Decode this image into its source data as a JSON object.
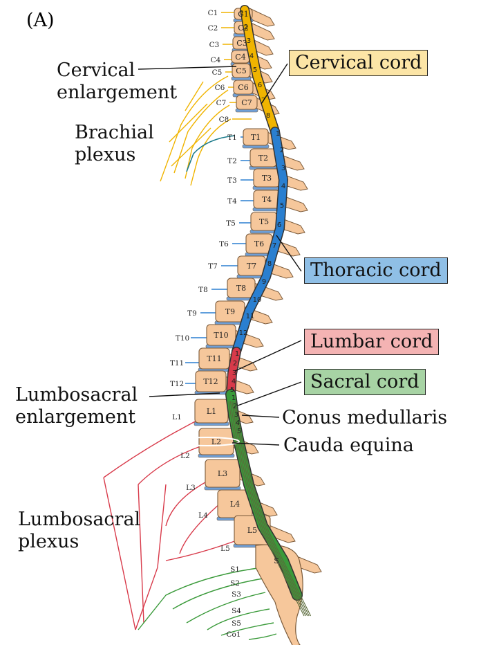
{
  "panel_label": "(A)",
  "labels": {
    "cervical_enlargement": [
      "Cervical",
      "enlargement"
    ],
    "brachial_plexus": [
      "Brachial",
      "plexus"
    ],
    "lumbosacral_enlargement": [
      "Lumbosacral",
      "enlargement"
    ],
    "lumbosacral_plexus": [
      "Lumbosacral",
      "plexus"
    ],
    "conus_medullaris": "Conus medullaris",
    "cauda_equina": "Cauda equina"
  },
  "cord_regions": [
    {
      "label": "Cervical cord",
      "color": "#fce5a6"
    },
    {
      "label": "Thoracic cord",
      "color": "#8fbfe6"
    },
    {
      "label": "Lumbar cord",
      "color": "#f4b3b3"
    },
    {
      "label": "Sacral cord",
      "color": "#a7d3a4"
    }
  ],
  "nerves": {
    "cervical": [
      "C1",
      "C2",
      "C3",
      "C4",
      "C5",
      "C6",
      "C7",
      "C8"
    ],
    "thoracic": [
      "T1",
      "T2",
      "T3",
      "T4",
      "T5",
      "T6",
      "T7",
      "T8",
      "T9",
      "T10",
      "T11",
      "T12"
    ],
    "lumbar": [
      "L1",
      "L2",
      "L3",
      "L4",
      "L5"
    ],
    "sacral": [
      "S1",
      "S2",
      "S3",
      "S4",
      "S5",
      "Co1"
    ]
  },
  "vertebrae": {
    "cervical": [
      "C1",
      "C2",
      "C3",
      "C4",
      "C5",
      "C6",
      "C7"
    ],
    "thoracic": [
      "T1",
      "T2",
      "T3",
      "T4",
      "T5",
      "T6",
      "T7",
      "T8",
      "T9",
      "T10",
      "T11",
      "T12"
    ],
    "lumbar": [
      "L1",
      "L2",
      "L3",
      "L4",
      "L5"
    ],
    "sacral": [
      "S"
    ]
  },
  "cord_segments": {
    "cervical": [
      "1",
      "2",
      "3",
      "4",
      "5",
      "6",
      "7",
      "8"
    ],
    "thoracic": [
      "1",
      "2",
      "3",
      "4",
      "5",
      "6",
      "7",
      "8",
      "9",
      "10",
      "11",
      "12"
    ],
    "lumbar": [
      "1",
      "2",
      "3",
      "4",
      "5"
    ],
    "sacral": [
      "1",
      "2",
      "3",
      "4",
      "5"
    ]
  },
  "colors": {
    "bone": "#f6c79b",
    "bone_stroke": "#7a5a3a",
    "disc": "#6f9fd6",
    "cervical": "#f0b400",
    "thoracic": "#2a7fd0",
    "lumbar": "#d83a4a",
    "sacral": "#3a9a3a"
  }
}
